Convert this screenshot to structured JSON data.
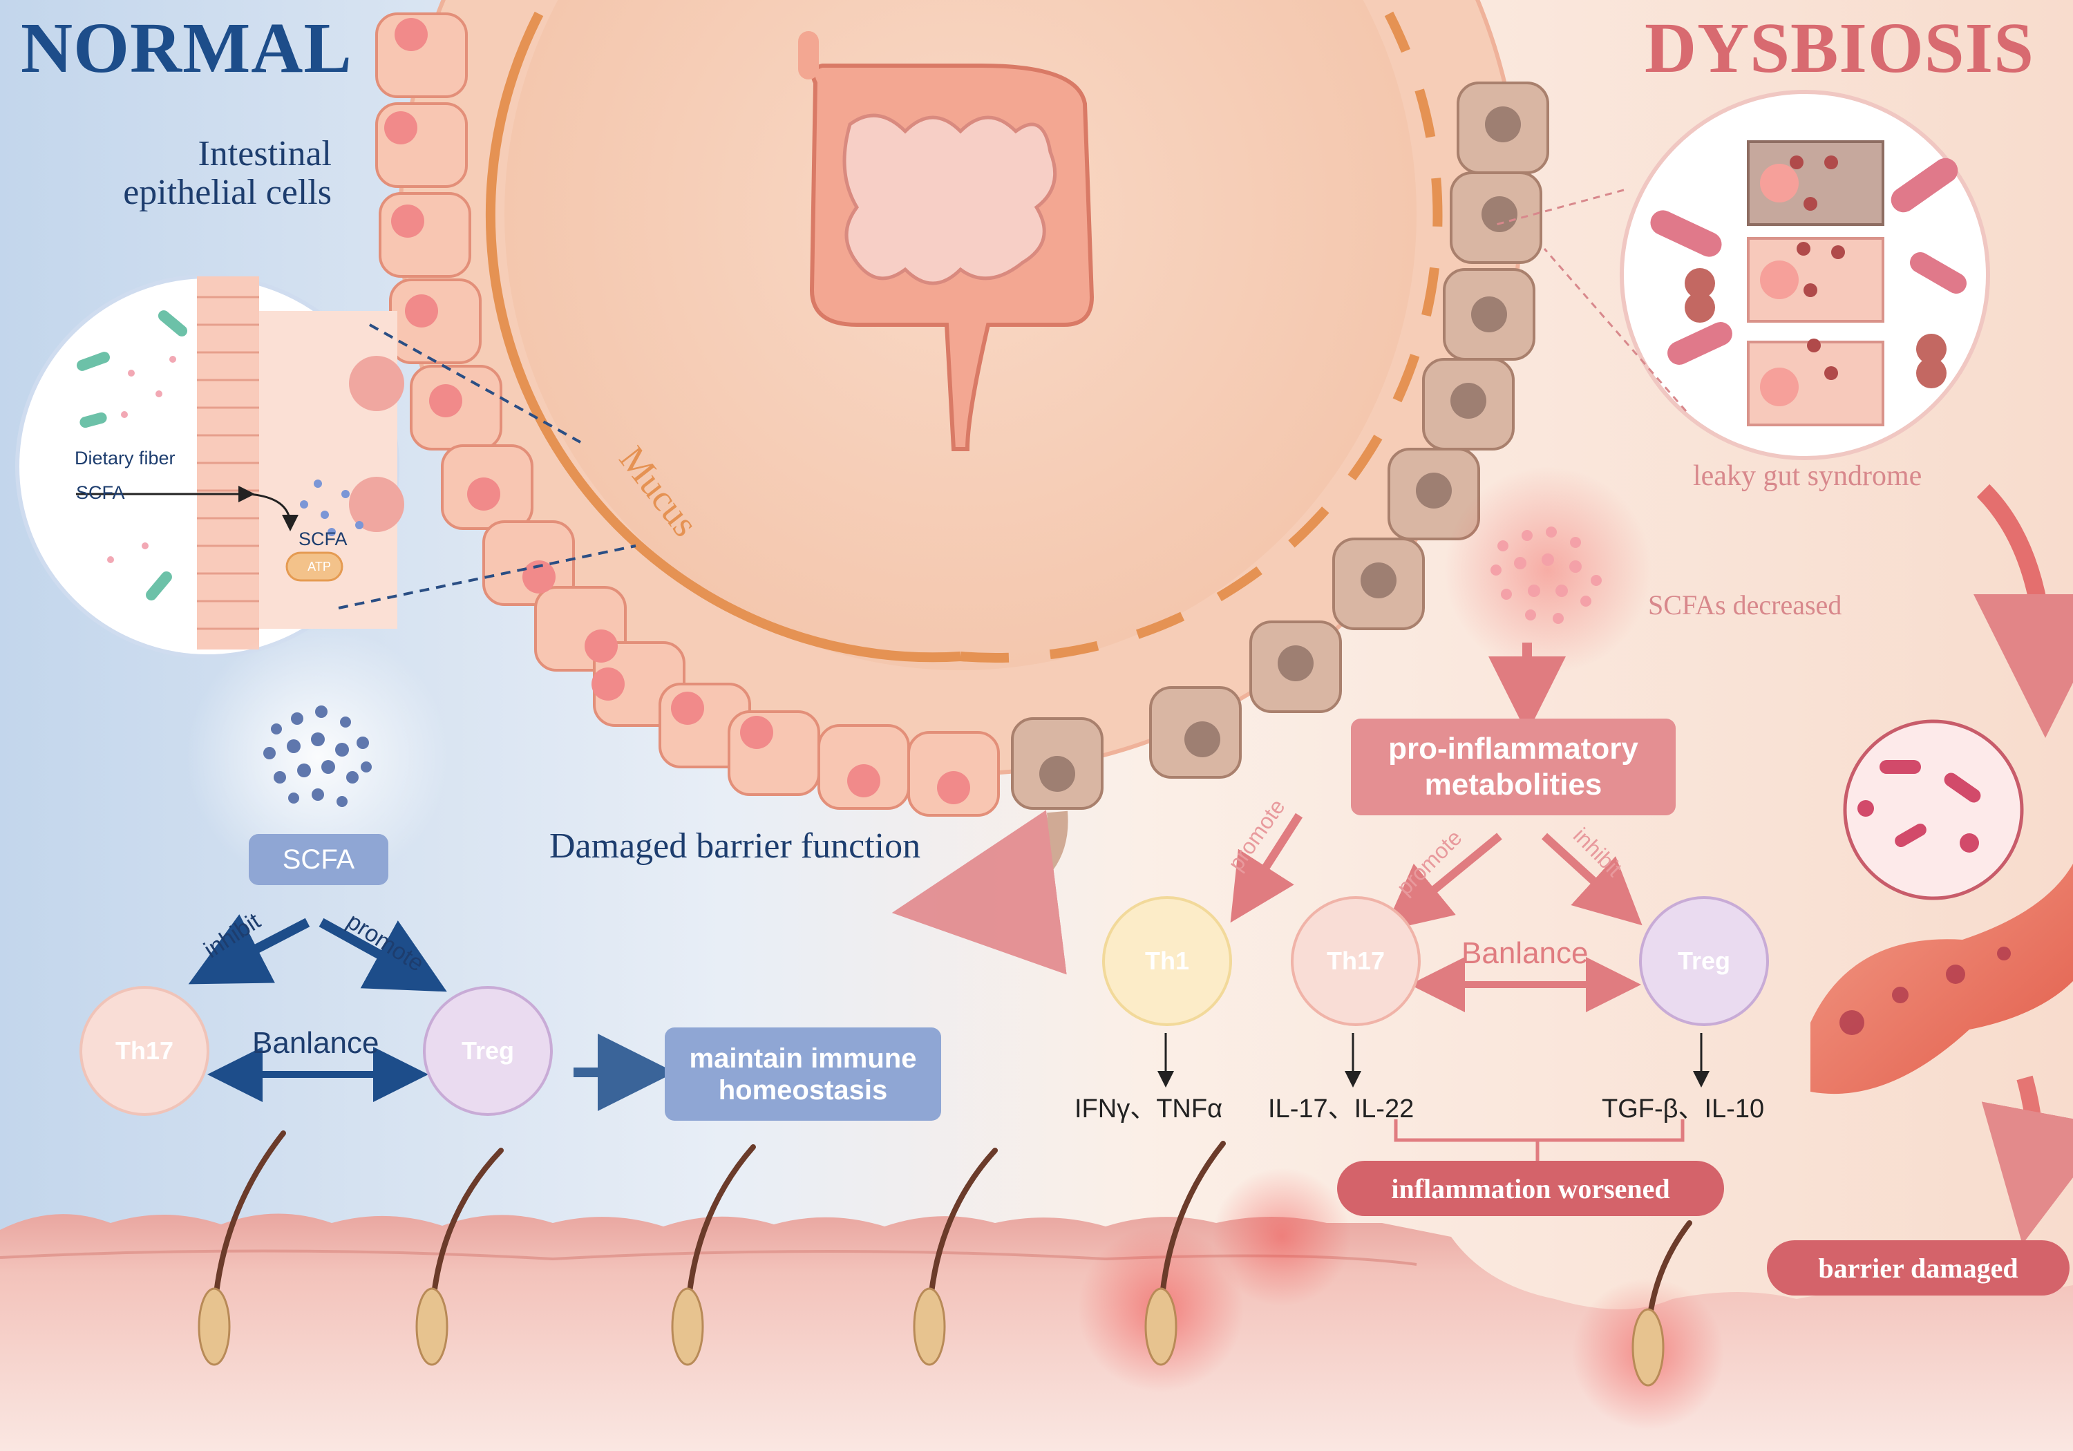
{
  "normal": {
    "title": "NORMAL",
    "epithelial_label_line1": "Intestinal",
    "epithelial_label_line2": "epithelial cells",
    "inset_dietary_fiber": "Dietary fiber",
    "inset_scfa_1": "SCFA",
    "inset_scfa_2": "SCFA",
    "inset_atp": "ATP",
    "scfa_box": "SCFA",
    "inhibit_label": "inhibit",
    "promote_label": "promote",
    "th17": "Th17",
    "treg": "Treg",
    "balance": "Banlance",
    "homeostasis_line1": "maintain immune",
    "homeostasis_line2": "homeostasis"
  },
  "gut": {
    "mucus_label": "Mucus",
    "damaged_barrier": "Damaged barrier function"
  },
  "dysbiosis": {
    "title": "DYSBIOSIS",
    "leaky_gut": "leaky gut syndrome",
    "scfas_decreased": "SCFAs decreased",
    "pro_inflammatory_line1": "pro-inflammatory",
    "pro_inflammatory_line2": "metabolities",
    "promote_1": "promote",
    "promote_2": "promote",
    "inhibit": "inhibit",
    "th1": "Th1",
    "th17": "Th17",
    "treg": "Treg",
    "balance": "Banlance",
    "cytokines_th1": "IFNγ、TNFα",
    "cytokines_th17": "IL-17、IL-22",
    "cytokines_treg": "TGF-β、IL-10",
    "inflammation_worsened": "inflammation worsened",
    "barrier_damaged": "barrier damaged"
  },
  "colors": {
    "normal_blue": "#1d4d8a",
    "dysbiosis_red": "#d86a70",
    "box_blue": "#8fa6d4",
    "box_red": "#e48f92",
    "pill_red": "#d4636a",
    "mucus_orange": "#e59253"
  }
}
